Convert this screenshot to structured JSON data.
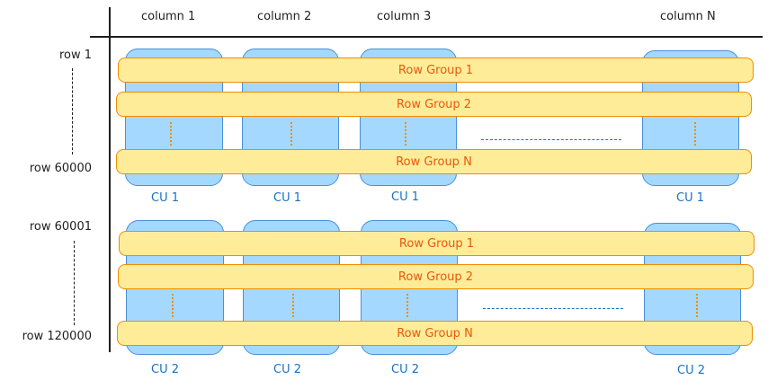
{
  "columns": {
    "col1": "column 1",
    "col2": "column 2",
    "col3": "column 3",
    "colN": "column N"
  },
  "rows": {
    "r1": "row 1",
    "r60000": "row 60000",
    "r60001": "row 60001",
    "r120000": "row 120000"
  },
  "block1": {
    "row_groups": [
      "Row Group 1",
      "Row Group 2",
      "Row Group N"
    ],
    "cu_labels": [
      "CU 1",
      "CU 1",
      "CU 1",
      "CU 1"
    ]
  },
  "block2": {
    "row_groups": [
      "Row Group 1",
      "Row Group 2",
      "Row Group N"
    ],
    "cu_labels": [
      "CU 2",
      "CU 2",
      "CU 2",
      "CU 2"
    ]
  },
  "colors": {
    "column_fill": "#a5d8ff",
    "column_stroke": "#4a90d9",
    "row_group_fill": "#ffec99",
    "row_group_stroke": "#f08c00",
    "row_group_text": "#e8590c",
    "cu_text": "#1971c2"
  }
}
